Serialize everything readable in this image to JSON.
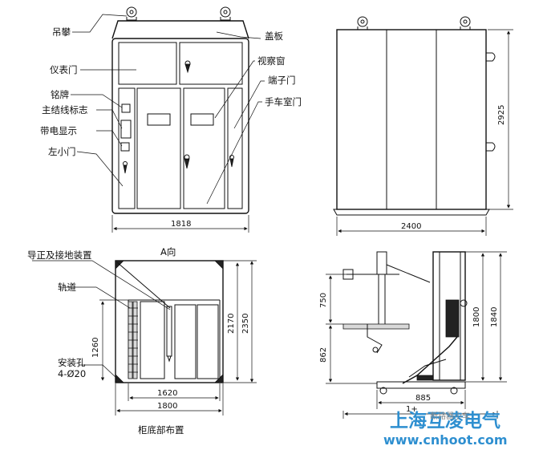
{
  "front_view": {
    "labels": {
      "lifting_ring": "吊攀",
      "cover_plate": "盖板",
      "instrument_door": "仪表门",
      "view_window": "视察窗",
      "nameplate": "铭牌",
      "terminal_door": "端子门",
      "main_wiring_mark": "主结线标志",
      "trolley_room_door": "手车室门",
      "live_display": "带电显示",
      "left_small_door": "左小门"
    },
    "width_dim": "1818"
  },
  "side_view": {
    "height_dim": "2925",
    "width_dim": "2400"
  },
  "base_layout": {
    "view_label": "A向",
    "labels": {
      "guide_ground_device": "导正及接地装置",
      "rail": "轨道",
      "mount_holes_1": "安装孔",
      "mount_holes_2": "4-Ø20"
    },
    "dims": {
      "inner_width": "1620",
      "outer_width": "1800",
      "rail_height": "1260",
      "inner_depth": "2170",
      "outer_depth": "2350"
    },
    "caption": "柜底部布置"
  },
  "trolley_view": {
    "dims": {
      "upper": "750",
      "lower": "862",
      "height_inner": "1800",
      "height_outer": "1840",
      "base_width": "885"
    },
    "partial_label": "1+"
  },
  "watermark": {
    "company": "上海互凌电气",
    "url": "www.cnhoot.com",
    "sub": "断路器小车"
  },
  "colors": {
    "watermark": "#2e8fd0",
    "ink": "#111111"
  }
}
